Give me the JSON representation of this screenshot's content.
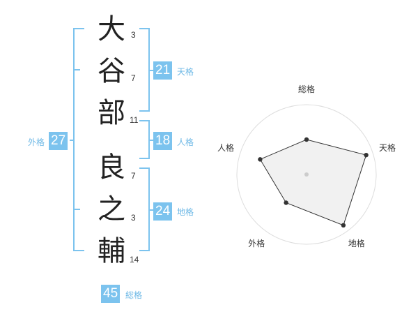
{
  "name": {
    "characters": [
      {
        "char": "大",
        "strokes": "3"
      },
      {
        "char": "谷",
        "strokes": "7"
      },
      {
        "char": "部",
        "strokes": "11"
      },
      {
        "char": "良",
        "strokes": "7"
      },
      {
        "char": "之",
        "strokes": "3"
      },
      {
        "char": "輔",
        "strokes": "14"
      }
    ]
  },
  "kakusu": {
    "tenkaku": {
      "value": "21",
      "label": "天格"
    },
    "jinkaku": {
      "value": "18",
      "label": "人格"
    },
    "chikaku": {
      "value": "24",
      "label": "地格"
    },
    "gaikaku": {
      "value": "27",
      "label": "外格"
    },
    "soukaku": {
      "value": "45",
      "label": "総格"
    }
  },
  "chart_data": {
    "type": "radar",
    "axes": [
      "総格",
      "天格",
      "地格",
      "外格",
      "人格"
    ],
    "values": [
      2.5,
      4.5,
      4.5,
      2.5,
      3.5
    ],
    "max": 5,
    "rings": 5,
    "colors": {
      "line": "#333333",
      "fill": "#eeeeee",
      "ring": "#dddddd",
      "point": "#333333"
    }
  },
  "colors": {
    "accent": "#7cc3ee"
  }
}
